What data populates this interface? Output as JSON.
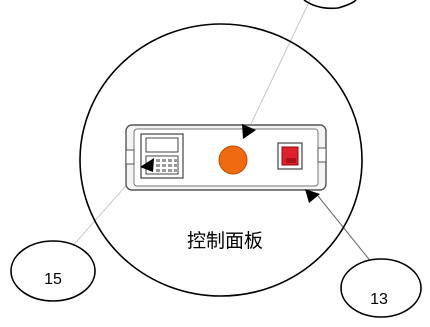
{
  "panel_label": "控制面板",
  "callouts": {
    "left_number": "15",
    "right_number": "13"
  },
  "colors": {
    "button": "#f06a10",
    "switch": "#e0202a",
    "panel_outline": "#555555",
    "leader_line": "#c8c8c8"
  }
}
